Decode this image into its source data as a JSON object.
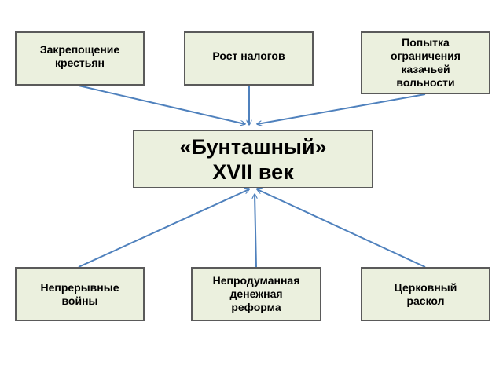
{
  "diagram": {
    "center": {
      "label": "«Бунташный»\nXVII век"
    },
    "causes": [
      {
        "id": "box-1",
        "label": "Закрепощение\nкрестьян"
      },
      {
        "id": "box-2",
        "label": "Рост налогов"
      },
      {
        "id": "box-3",
        "label": "Попытка\nограничения\nказачьей\nвольности"
      },
      {
        "id": "box-4",
        "label": "Непрерывные\nвойны"
      },
      {
        "id": "box-5",
        "label": "Непродуманная\nденежная\nреформа"
      },
      {
        "id": "box-6",
        "label": "Церковный\nраскол"
      }
    ],
    "colors": {
      "box_fill": "#ebf0de",
      "box_border": "#5a5a5a",
      "arrow": "#4f81bd"
    }
  }
}
